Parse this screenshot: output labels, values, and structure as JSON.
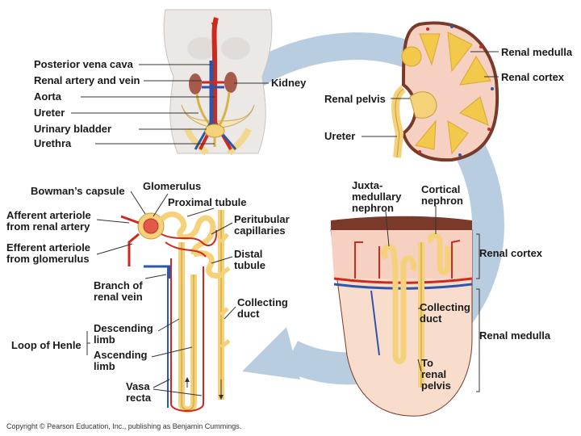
{
  "body_panel": {
    "labels": [
      "Posterior vena cava",
      "Renal artery and vein",
      "Aorta",
      "Ureter",
      "Urinary bladder",
      "Urethra"
    ],
    "kidney_label": "Kidney"
  },
  "kidney_panel": {
    "medulla": "Renal medulla",
    "cortex": "Renal cortex",
    "pelvis": "Renal pelvis",
    "ureter": "Ureter"
  },
  "nephron_panel": {
    "bowmans_capsule": "Bowman’s capsule",
    "glomerulus": "Glomerulus",
    "proximal_tubule": "Proximal tubule",
    "afferent_line1": "Afferent arteriole",
    "afferent_line2": "from renal artery",
    "efferent_line1": "Efferent arteriole",
    "efferent_line2": "from glomerulus",
    "peritubular_line1": "Peritubular",
    "peritubular_line2": "capillaries",
    "distal_line1": "Distal",
    "distal_line2": "tubule",
    "branch_line1": "Branch of",
    "branch_line2": "renal vein",
    "collecting_line1": "Collecting",
    "collecting_line2": "duct",
    "loop_of_henle": "Loop of Henle",
    "descending_line1": "Descending",
    "descending_line2": "limb",
    "ascending_line1": "Ascending",
    "ascending_line2": "limb",
    "vasa_line1": "Vasa",
    "vasa_line2": "recta"
  },
  "section_panel": {
    "juxta_line1": "Juxta-",
    "juxta_line2": "medullary",
    "juxta_line3": "nephron",
    "cortical_line1": "Cortical",
    "cortical_line2": "nephron",
    "cortex": "Renal cortex",
    "collecting_line1": "Collecting",
    "collecting_line2": "duct",
    "medulla": "Renal medulla",
    "pelvis_line1": "To",
    "pelvis_line2": "renal",
    "pelvis_line3": "pelvis"
  },
  "copyright": "Copyright © Pearson Education, Inc., publishing as Benjamin Cummings.",
  "colors": {
    "arrow": "#b9cde0",
    "skin": "#ece8e6",
    "artery": "#cc2a1e",
    "vein": "#2f55a8",
    "tubule": "#f5d27a",
    "tubule_edge": "#c89a3a",
    "cortex_fill": "#f6d0c0",
    "medulla_fill": "#f8dccc",
    "pyramid": "#f3c94b"
  }
}
